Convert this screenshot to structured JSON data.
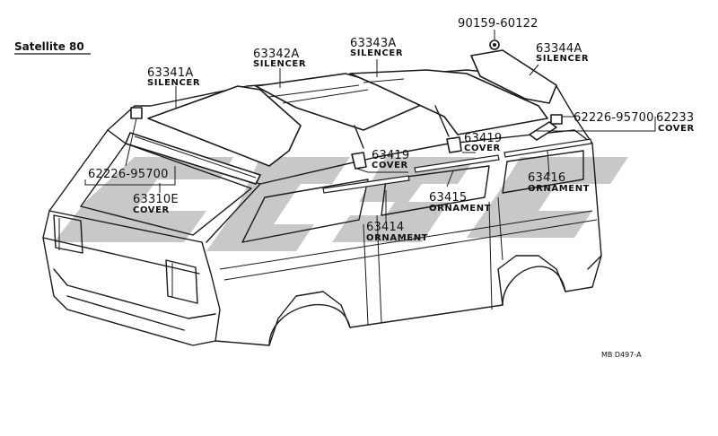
{
  "diagram": {
    "title": "Satellite 80",
    "drawing_code": "MB  D497-A",
    "parts": [
      {
        "id": "63341A",
        "desc": "SILENCER"
      },
      {
        "id": "63342A",
        "desc": "SILENCER"
      },
      {
        "id": "63343A",
        "desc": "SILENCER"
      },
      {
        "id": "63344A",
        "desc": "SILENCER"
      },
      {
        "id": "90159-60122",
        "desc": ""
      },
      {
        "id": "62226-95700",
        "desc": ""
      },
      {
        "id": "62233",
        "desc": "COVER"
      },
      {
        "id": "62226-95700",
        "desc": ""
      },
      {
        "id": "63310E",
        "desc": "COVER"
      },
      {
        "id": "63419",
        "desc": "COVER"
      },
      {
        "id": "63419",
        "desc": "COVER"
      },
      {
        "id": "63415",
        "desc": "ORNAMENT"
      },
      {
        "id": "63416",
        "desc": "ORNAMENT"
      },
      {
        "id": "63414",
        "desc": "ORNAMENT"
      }
    ]
  }
}
